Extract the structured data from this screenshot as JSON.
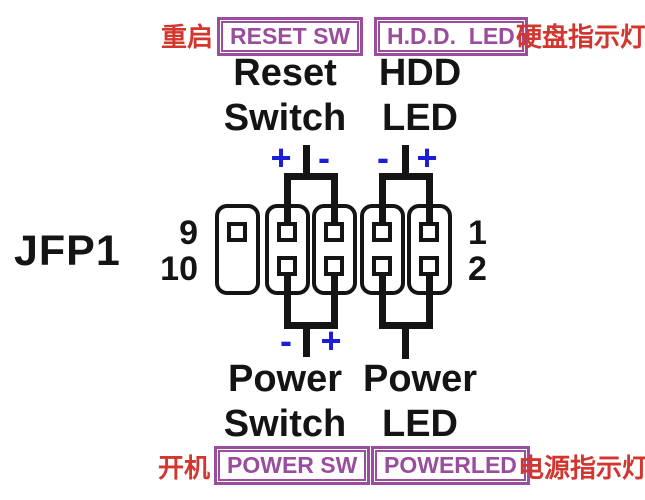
{
  "colors": {
    "red": "#d2362e",
    "purple": "#9a4d9d",
    "blue": "#1d1dd6",
    "wire": "#141414"
  },
  "connector": {
    "name": "JFP1",
    "pin_numbers": {
      "top_left": "9",
      "bottom_left": "10",
      "top_right": "1",
      "bottom_right": "2"
    }
  },
  "reset_switch": {
    "tag_cn": "重启",
    "tag": "RESET SW",
    "line1": "Reset",
    "line2": "Switch",
    "plus": "+",
    "minus": "-"
  },
  "hdd_led": {
    "tag": "H.D.D.  LED",
    "tag_cn": "硬盘指示灯",
    "line1": "HDD",
    "line2": "LED",
    "minus": "-",
    "plus": "+"
  },
  "power_switch": {
    "line1": "Power",
    "line2": "Switch",
    "minus": "-",
    "plus": "+",
    "tag_cn": "开机",
    "tag": "POWER SW"
  },
  "power_led": {
    "line1": "Power",
    "line2": "LED",
    "tag": "POWERLED",
    "tag_cn": "电源指示灯"
  }
}
